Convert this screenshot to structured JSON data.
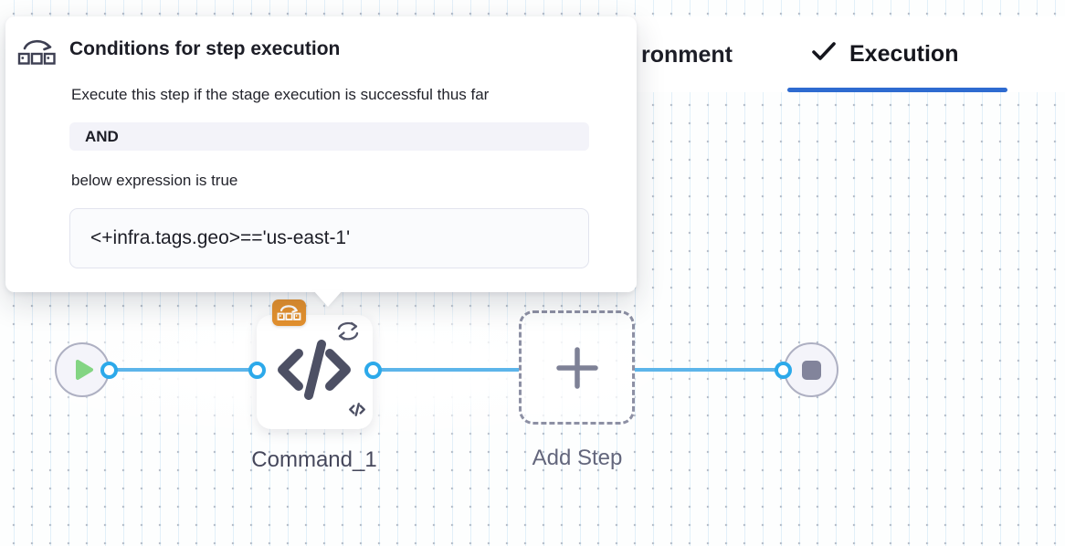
{
  "popover": {
    "title": "Conditions for step execution",
    "description": "Execute this step if the stage execution is successful thus far",
    "operator": "AND",
    "expression_intro": "below expression is true",
    "expression": "<+infra.tags.geo>=='us-east-1'"
  },
  "tabs": {
    "environment_partial": "ronment",
    "execution": "Execution"
  },
  "pipeline": {
    "step_label": "Command_1",
    "add_step_label": "Add Step"
  },
  "icons": {
    "popover_header": "conditional-execution-icon",
    "step_badge": "conditional-execution-badge-icon",
    "step_type": "code-icon",
    "step_strategy": "looping-strategy-icon",
    "start": "play-icon",
    "end": "stop-icon",
    "add": "plus-icon",
    "tab_check": "check-icon"
  },
  "colors": {
    "tab_underline": "#2e6bd0",
    "connector": "#5db5ea",
    "port_ring": "#2ca9ea",
    "badge_orange": "#e2902e",
    "icon_slate": "#4d5064",
    "play_green": "#83d583",
    "node_fill": "#f4f4fa",
    "node_border": "#aeb0c2"
  }
}
